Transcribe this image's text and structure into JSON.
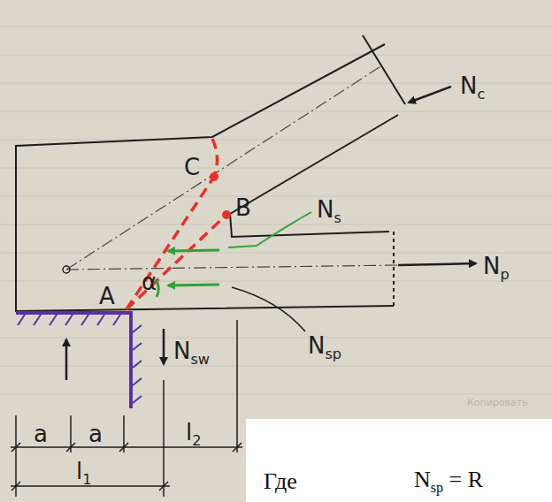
{
  "diagram": {
    "labels": [
      "Nc",
      "C",
      "B",
      "Ns",
      "Np",
      "A",
      "α",
      "Nsp",
      "Nsw",
      "a",
      "a",
      "l2",
      "l1",
      "Копировать",
      "Где",
      "Nsp = R"
    ]
  }
}
